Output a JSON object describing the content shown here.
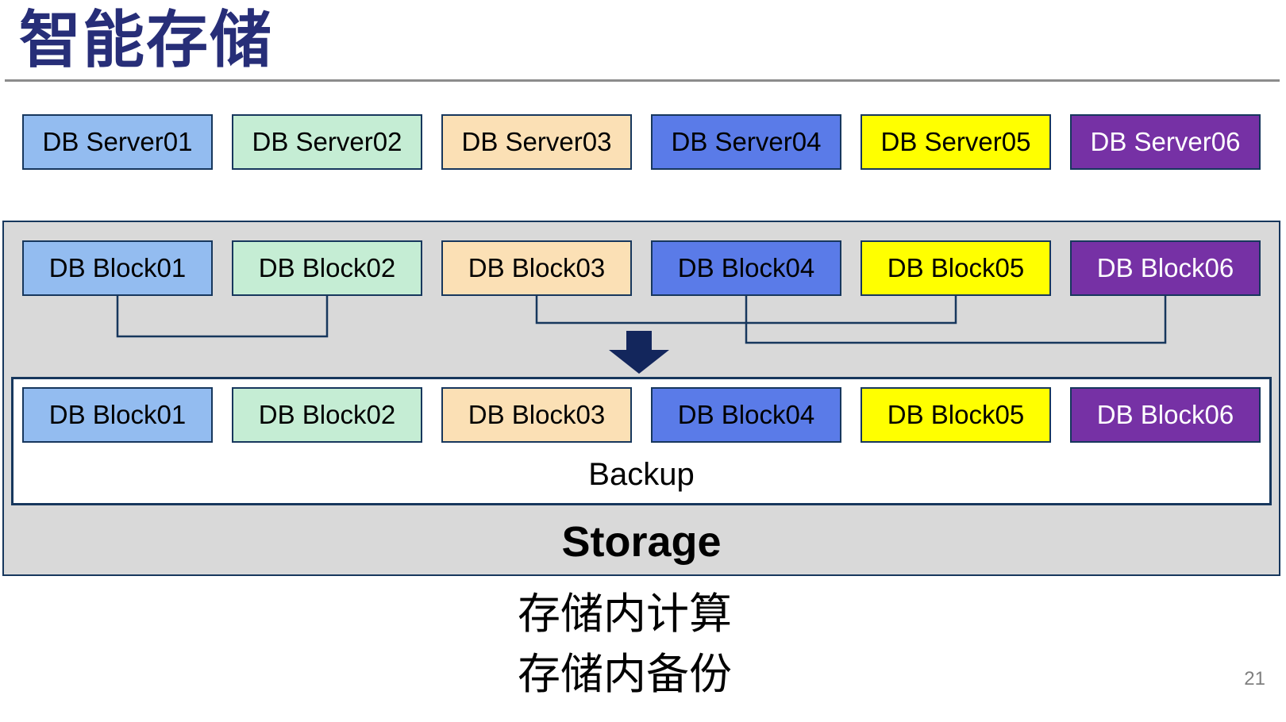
{
  "slide": {
    "title": "智能存储",
    "page_number": "21",
    "caption_line1": "存储内计算",
    "caption_line2": "存储内备份"
  },
  "servers": [
    {
      "label": "DB Server01",
      "fill": "#93BCF0",
      "text": "#000000"
    },
    {
      "label": "DB Server02",
      "fill": "#C5EDD4",
      "text": "#000000"
    },
    {
      "label": "DB Server03",
      "fill": "#FBE0B5",
      "text": "#000000"
    },
    {
      "label": "DB Server04",
      "fill": "#5A7BE8",
      "text": "#000000"
    },
    {
      "label": "DB Server05",
      "fill": "#FFFF00",
      "text": "#000000"
    },
    {
      "label": "DB Server06",
      "fill": "#7631A5",
      "text": "#FFFFFF"
    }
  ],
  "storage": {
    "label": "Storage",
    "backup_label": "Backup",
    "blocks_top": [
      {
        "label": "DB Block01",
        "fill": "#93BCF0",
        "text": "#000000"
      },
      {
        "label": "DB Block02",
        "fill": "#C5EDD4",
        "text": "#000000"
      },
      {
        "label": "DB Block03",
        "fill": "#FBE0B5",
        "text": "#000000"
      },
      {
        "label": "DB Block04",
        "fill": "#5A7BE8",
        "text": "#000000"
      },
      {
        "label": "DB Block05",
        "fill": "#FFFF00",
        "text": "#000000"
      },
      {
        "label": "DB Block06",
        "fill": "#7631A5",
        "text": "#FFFFFF"
      }
    ],
    "blocks_bottom": [
      {
        "label": "DB Block01",
        "fill": "#93BCF0",
        "text": "#000000"
      },
      {
        "label": "DB Block02",
        "fill": "#C5EDD4",
        "text": "#000000"
      },
      {
        "label": "DB Block03",
        "fill": "#FBE0B5",
        "text": "#000000"
      },
      {
        "label": "DB Block04",
        "fill": "#5A7BE8",
        "text": "#000000"
      },
      {
        "label": "DB Block05",
        "fill": "#FFFF00",
        "text": "#000000"
      },
      {
        "label": "DB Block06",
        "fill": "#7631A5",
        "text": "#FFFFFF"
      }
    ]
  },
  "colors": {
    "border_navy": "#17375D",
    "title_navy": "#272E78",
    "arrow_navy": "#13265C",
    "container_gray": "#D9D9D9",
    "divider_gray": "#8C8C8C",
    "page_number_gray": "#7F7F7F"
  }
}
